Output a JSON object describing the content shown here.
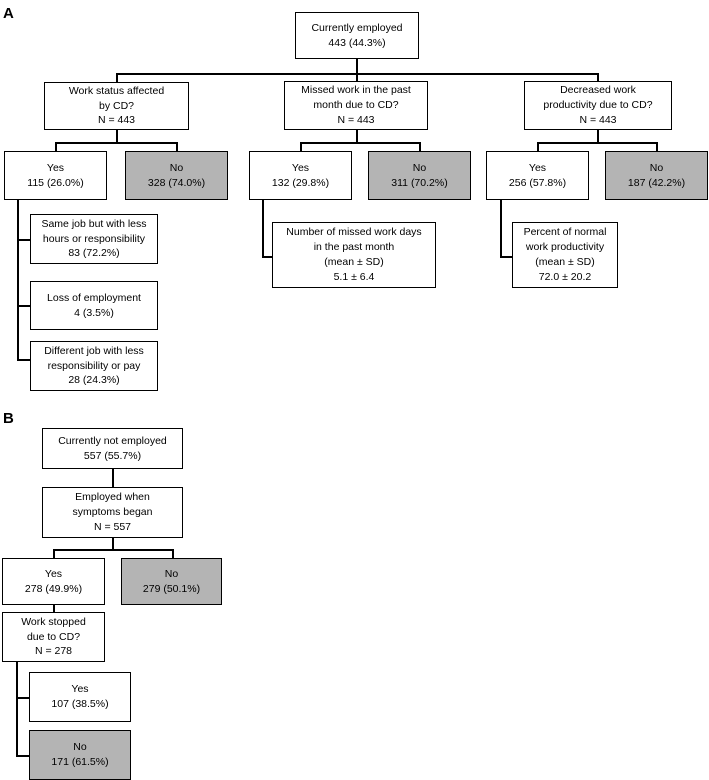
{
  "figure": {
    "type": "flowchart",
    "panels": [
      {
        "id": "A",
        "label": "A",
        "root": {
          "name": "currently-employed",
          "lines": [
            "Currently employed",
            "443 (44.3%)"
          ],
          "count": 443,
          "percent": "44.3%"
        },
        "branches": [
          {
            "name": "work-status-affected",
            "question": {
              "lines": [
                "Work status affected",
                "by CD?",
                "N = 443"
              ],
              "n": 443
            },
            "yes": {
              "lines": [
                "Yes",
                "115 (26.0%)"
              ],
              "count": 115,
              "percent": "26.0%",
              "shaded": false
            },
            "no": {
              "lines": [
                "No",
                "328 (74.0%)"
              ],
              "count": 328,
              "percent": "74.0%",
              "shaded": true
            },
            "details": [
              {
                "name": "same-job-less-hours",
                "lines": [
                  "Same job but with less",
                  "hours or responsibility",
                  "83 (72.2%)"
                ],
                "count": 83,
                "percent": "72.2%"
              },
              {
                "name": "loss-of-employment",
                "lines": [
                  "Loss of employment",
                  "4 (3.5%)"
                ],
                "count": 4,
                "percent": "3.5%"
              },
              {
                "name": "different-job-less-responsibility",
                "lines": [
                  "Different job with less",
                  "responsibility or pay",
                  "28 (24.3%)"
                ],
                "count": 28,
                "percent": "24.3%"
              }
            ]
          },
          {
            "name": "missed-work-past-month",
            "question": {
              "lines": [
                "Missed work in the past",
                "month due to CD?",
                "N = 443"
              ],
              "n": 443
            },
            "yes": {
              "lines": [
                "Yes",
                "132 (29.8%)"
              ],
              "count": 132,
              "percent": "29.8%",
              "shaded": false
            },
            "no": {
              "lines": [
                "No",
                "311 (70.2%)"
              ],
              "count": 311,
              "percent": "70.2%",
              "shaded": true
            },
            "details": [
              {
                "name": "number-missed-work-days",
                "lines": [
                  "Number of missed work days",
                  "in the past month",
                  "(mean ± SD)",
                  "5.1 ± 6.4"
                ],
                "mean": 5.1,
                "sd": 6.4
              }
            ]
          },
          {
            "name": "decreased-work-productivity",
            "question": {
              "lines": [
                "Decreased work",
                "productivity due to CD?",
                "N = 443"
              ],
              "n": 443
            },
            "yes": {
              "lines": [
                "Yes",
                "256 (57.8%)"
              ],
              "count": 256,
              "percent": "57.8%",
              "shaded": false
            },
            "no": {
              "lines": [
                "No",
                "187 (42.2%)"
              ],
              "count": 187,
              "percent": "42.2%",
              "shaded": true
            },
            "details": [
              {
                "name": "percent-normal-work-productivity",
                "lines": [
                  "Percent of normal",
                  "work productivity",
                  "(mean ± SD)",
                  "72.0 ± 20.2"
                ],
                "mean": 72.0,
                "sd": 20.2
              }
            ]
          }
        ]
      },
      {
        "id": "B",
        "label": "B",
        "root": {
          "name": "currently-not-employed",
          "lines": [
            "Currently not employed",
            "557 (55.7%)"
          ],
          "count": 557,
          "percent": "55.7%"
        },
        "question": {
          "name": "employed-when-symptoms-began",
          "lines": [
            "Employed when",
            "symptoms began",
            "N = 557"
          ],
          "n": 557
        },
        "yes": {
          "lines": [
            "Yes",
            "278 (49.9%)"
          ],
          "count": 278,
          "percent": "49.9%",
          "shaded": false
        },
        "no": {
          "lines": [
            "No",
            "279 (50.1%)"
          ],
          "count": 279,
          "percent": "50.1%",
          "shaded": true
        },
        "sub_question": {
          "name": "work-stopped-due-to-cd",
          "lines": [
            "Work stopped",
            "due to CD?",
            "N = 278"
          ],
          "n": 278
        },
        "sub_yes": {
          "lines": [
            "Yes",
            "107 (38.5%)"
          ],
          "count": 107,
          "percent": "38.5%",
          "shaded": false
        },
        "sub_no": {
          "lines": [
            "No",
            "171 (61.5%)"
          ],
          "count": 171,
          "percent": "61.5%",
          "shaded": true
        }
      }
    ],
    "colors": {
      "box_fill": "#ffffff",
      "box_shaded_fill": "#b4b4b4",
      "stroke": "#000000",
      "text": "#000000"
    }
  }
}
